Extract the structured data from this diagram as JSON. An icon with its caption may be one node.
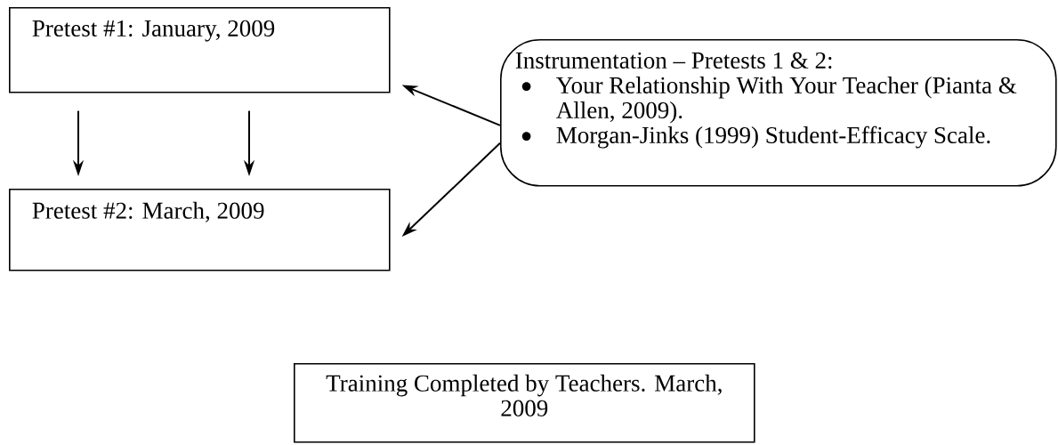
{
  "diagram": {
    "nodes": [
      {
        "text": [
          "Pretest #1: January, 2009"
        ]
      },
      {
        "text": [
          "Pretest #2: March, 2009"
        ]
      },
      {
        "text": [
          "Instrumentation – Pretests 1 & 2:",
          "Your Relationship With Your Teacher (Pianta & Allen, 2009).",
          "Morgan-Jinks (1999) Student-Efficacy Scale."
        ]
      },
      {
        "text": [
          "Training Completed by Teachers. March, 2009"
        ]
      }
    ],
    "edges": [
      {
        "from": 0,
        "to": 1,
        "arrow": "to"
      },
      {
        "from": 0,
        "to": 1,
        "arrow": "to"
      },
      {
        "from": 2,
        "to": 0,
        "arrow": "to"
      },
      {
        "from": 2,
        "to": 1,
        "arrow": "to"
      }
    ]
  }
}
